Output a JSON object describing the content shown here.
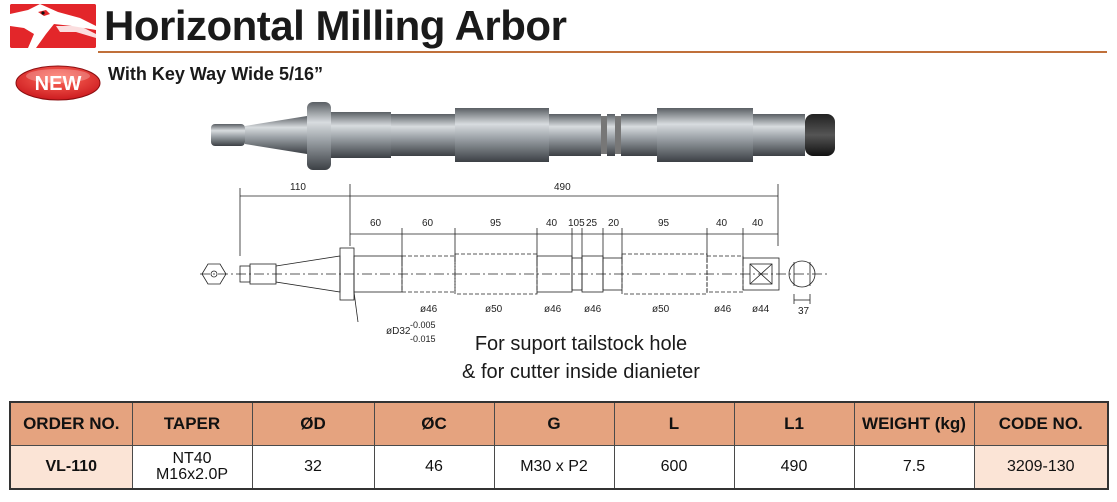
{
  "header": {
    "title": "Horizontal Milling Arbor",
    "badge": "NEW",
    "subtitle": "With Key Way Wide 5/16”"
  },
  "drawing": {
    "dims_top": [
      "110",
      "490"
    ],
    "dims_segments": [
      "60",
      "60",
      "95",
      "40",
      "105",
      "25",
      "20",
      "95",
      "40",
      "40"
    ],
    "diameters": [
      "ø46",
      "ø50",
      "ø46",
      "ø46",
      "ø50",
      "ø46",
      "ø44"
    ],
    "od_label": "øD32",
    "tolerance_upper": "-0.005",
    "tolerance_lower": "-0.015",
    "end_dim": "37"
  },
  "note": {
    "line1": "For suport tailstock hole",
    "line2": "& for cutter inside dianieter"
  },
  "table": {
    "headers": [
      "ORDER NO.",
      "TAPER",
      "ØD",
      "ØC",
      "G",
      "L",
      "L1",
      "WEIGHT (kg)",
      "CODE NO."
    ],
    "row": {
      "order_no": "VL-110",
      "taper_1": "NT40",
      "taper_2": "M16x2.0P",
      "d": "32",
      "c": "46",
      "g": "M30 x P2",
      "l": "600",
      "l1": "490",
      "weight": "7.5",
      "code_no": "3209-130"
    }
  },
  "colors": {
    "brand_red": "#e3262a",
    "header_fill": "#e5a37f",
    "cell_shade": "#fbe4d6",
    "rule": "#c0703a"
  },
  "icons": {
    "logo": "eagle-logo-icon",
    "badge": "new-badge-icon"
  }
}
